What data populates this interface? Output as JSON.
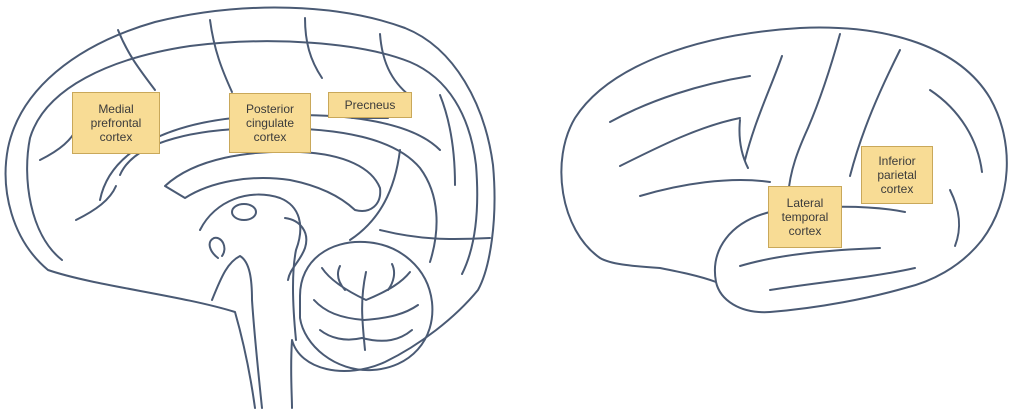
{
  "colors": {
    "outline": "#4a5a74",
    "label_fill": "#f8dc95",
    "label_border": "#c9a85a",
    "label_text": "#3b3b3b",
    "background": "#ffffff"
  },
  "medial_view": {
    "labels": {
      "medial_prefrontal": "Medial\nprefrontal\ncortex",
      "posterior_cingulate": "Posterior\ncingulate\ncortex",
      "precuneus": "Precneus"
    }
  },
  "lateral_view": {
    "labels": {
      "inferior_parietal": "Inferior\nparietal\ncortex",
      "lateral_temporal": "Lateral\ntemporal\ncortex"
    }
  }
}
